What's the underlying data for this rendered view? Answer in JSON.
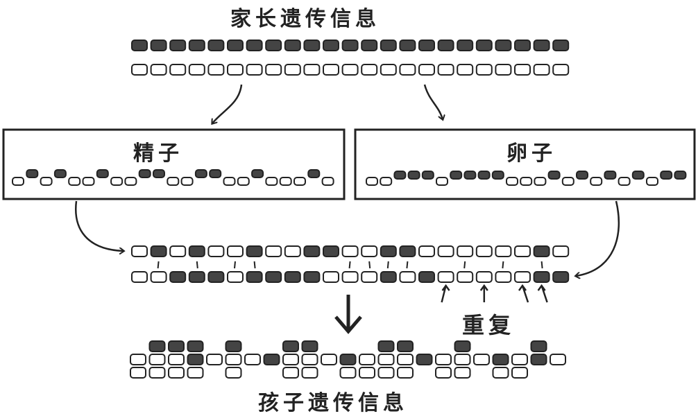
{
  "labels": {
    "parent_genetic_info": "家长遗传信息",
    "sperm": "精子",
    "egg": "卵子",
    "repeat": "重复",
    "child_genetic_info": "孩子遗传信息"
  },
  "colors": {
    "ink": "#222222",
    "dark_gene": "#444444",
    "light_gene": "#ffffff"
  },
  "genes": {
    "parent_top": "DDDDDDDDDDDDDDDDDDDDDDD",
    "parent_bottom": "LLLLLLLLLLLLLLLLLLLLLLL",
    "sperm": "LDLDLLDLLDDLLDDLLDLLLDL",
    "egg": "LLDDDLDDDDLLLDLDLDLDLDD",
    "pair_top": "LDLDLLDLLDDLLDDLLLLLLDL",
    "pair_bottom": "LLDDDLDDDDLLLDLDLLLLLDD",
    "child_top": "LDDDLDLLDDLLLDDLLDLLLDL",
    "child_bottom": "LLLLDLDDLLDLLLLDLLDLLDD",
    "child_row": "LLLDLLLDLLLDLLLDLLLDLDL",
    "repeat_positions": [
      16,
      18,
      20,
      21
    ],
    "crossover_marks": [
      1,
      3,
      5,
      6,
      11,
      12,
      13,
      14,
      17,
      19,
      21
    ]
  }
}
